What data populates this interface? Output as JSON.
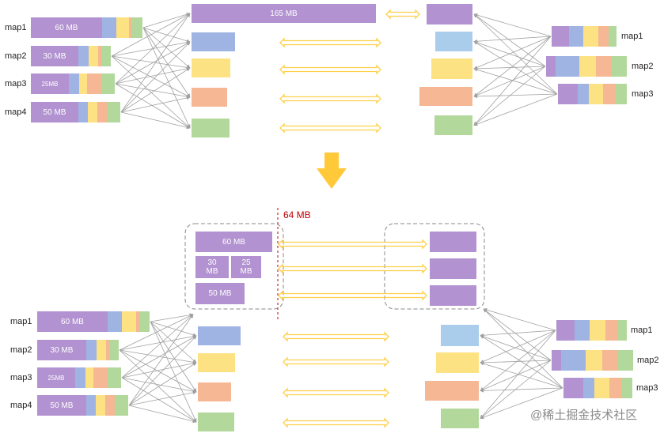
{
  "colors": {
    "purple": "#b292d0",
    "blue": "#9fb4e3",
    "lightblue": "#a9cdea",
    "yellow": "#fde283",
    "orange": "#f5b794",
    "green": "#b3d89c",
    "line": "#a0a0a0",
    "arrow": "#ffd04a",
    "dashed": "#888888",
    "red": "#c00000",
    "big_arrow": "#ffc93a"
  },
  "top": {
    "maps": [
      {
        "label": "map1",
        "size": "60 MB"
      },
      {
        "label": "map2",
        "size": "30 MB"
      },
      {
        "label": "map3",
        "size": "25MB"
      },
      {
        "label": "map4",
        "size": "50 MB"
      }
    ],
    "merged_label": "165 MB",
    "right_maps": [
      {
        "label": "map1"
      },
      {
        "label": "map2"
      },
      {
        "label": "map3"
      }
    ]
  },
  "bottom": {
    "threshold_label": "64 MB",
    "maps": [
      {
        "label": "map1",
        "size": "60 MB"
      },
      {
        "label": "map2",
        "size": "30 MB"
      },
      {
        "label": "map3",
        "size": "25MB"
      },
      {
        "label": "map4",
        "size": "50 MB"
      }
    ],
    "group_blocks": [
      {
        "label": "60 MB"
      },
      {
        "label": "30\nMB"
      },
      {
        "label": "25\nMB"
      },
      {
        "label": "50 MB"
      }
    ],
    "right_maps": [
      {
        "label": "map1"
      },
      {
        "label": "map2"
      },
      {
        "label": "map3"
      }
    ]
  },
  "watermark": "@稀土掘金技术社区"
}
